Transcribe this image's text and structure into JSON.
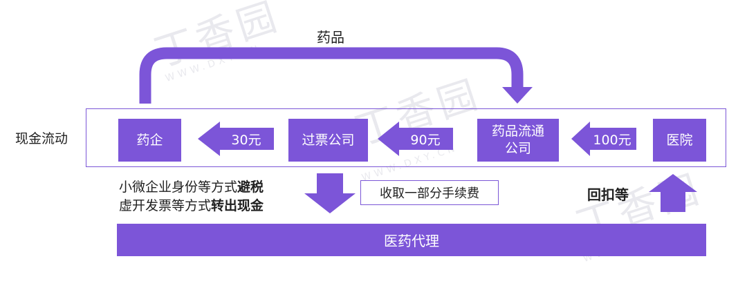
{
  "watermark": {
    "brand": "丁香园",
    "domain": "WWW.DXY.CN"
  },
  "top_flow": {
    "label": "药品"
  },
  "cash_flow": {
    "label": "现金流动",
    "nodes": {
      "pharma": "药企",
      "ticket_company": "过票公司",
      "distributor": "药品流通\n公司",
      "hospital": "医院"
    },
    "arrows": {
      "a30": "30元",
      "a90": "90元",
      "a100": "100元"
    }
  },
  "notes": {
    "line1_normal": "小微企业身份等方式",
    "line1_bold": "避税",
    "line2_normal": "虚开发票等方式",
    "line2_bold": "转出现金",
    "fee": "收取一部分手续费",
    "kickback": "回扣等"
  },
  "agent": {
    "label": "医药代理"
  },
  "colors": {
    "accent": "#7c55d8",
    "text": "#1f1f1f",
    "watermark": "#e9e9ee"
  }
}
